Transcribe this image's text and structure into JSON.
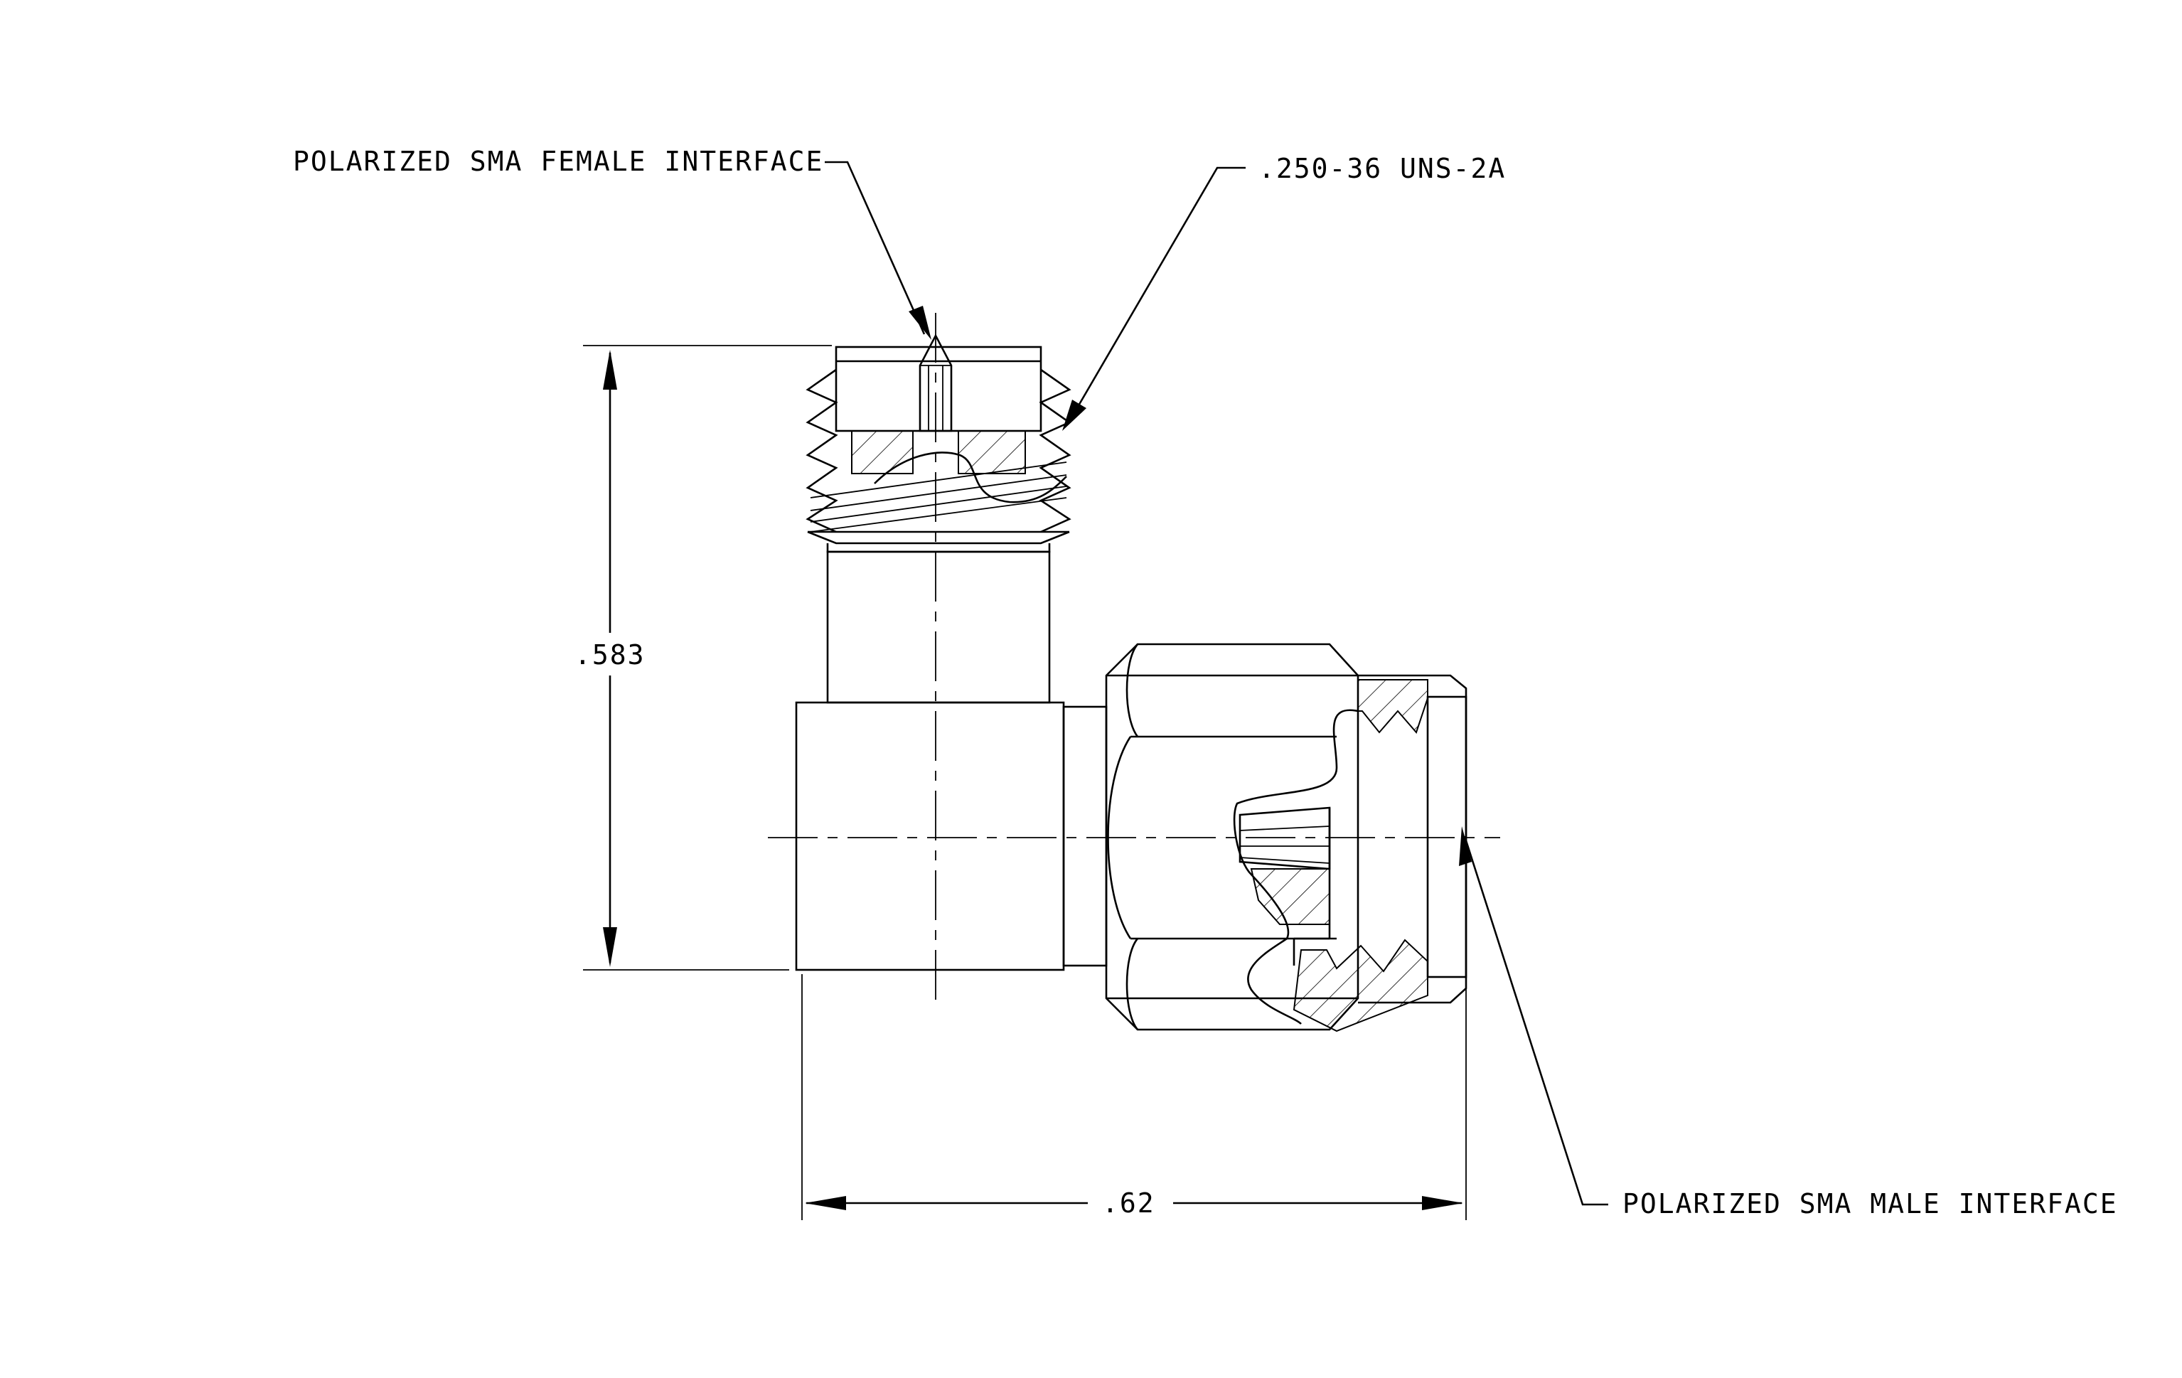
{
  "callouts": {
    "female_interface": "POLARIZED SMA FEMALE INTERFACE",
    "thread_spec": ".250-36 UNS-2A",
    "male_interface": "POLARIZED SMA MALE INTERFACE"
  },
  "dimensions": {
    "height": ".583",
    "width": ".62"
  }
}
